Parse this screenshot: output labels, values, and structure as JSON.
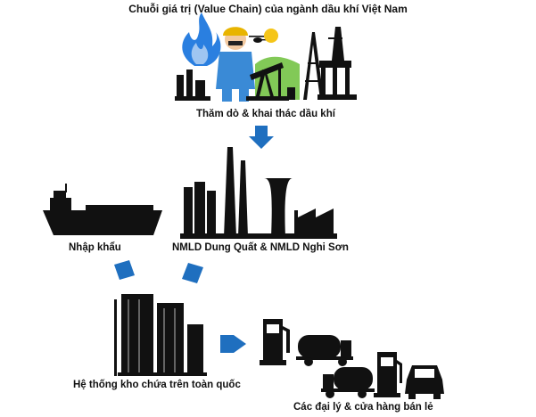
{
  "title": "Chuỗi giá trị (Value Chain) của ngành dầu khí Việt Nam",
  "nodes": {
    "exploration": "Thăm dò & khai thác dầu khí",
    "import": "Nhập khẩu",
    "refinery": "NMLD Dung Quất & NMLD Nghi Sơn",
    "storage": "Hệ thống kho chứa trên toàn quốc",
    "retail": "Các đại lý & cửa hàng bán lẻ"
  },
  "colors": {
    "arrow": "#1f6fbf",
    "icon": "#111111",
    "flame": "#2a7fe0",
    "worker_suit": "#3a8ad6",
    "worker_helmet": "#e8b400"
  }
}
